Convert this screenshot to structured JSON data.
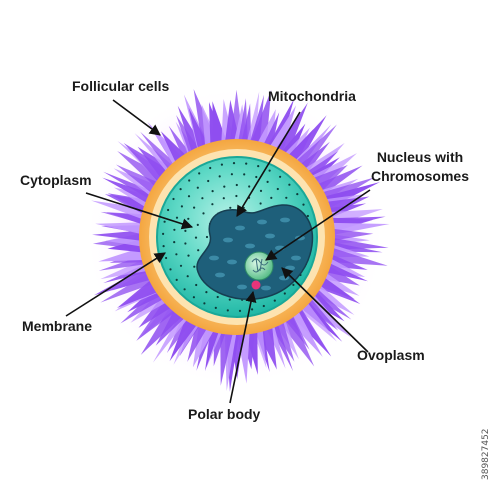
{
  "labels": {
    "follicular_cells": "Follicular cells",
    "mitochondria": "Mitochondria",
    "nucleus_line1": "Nucleus with",
    "nucleus_line2": "Chromosomes",
    "cytoplasm": "Cytoplasm",
    "membrane": "Membrane",
    "ovoplasm": "Ovoplasm",
    "polar_body": "Polar body"
  },
  "stock_id": "389827452",
  "colors": {
    "follicular": "#8f4ef0",
    "follicular_light": "#c49bff",
    "halo": "#f6d7ff",
    "zona": "#f8b75a",
    "zona_light": "#fde3b0",
    "cytoplasm_outer": "#26c7b5",
    "cytoplasm_inner": "#b8f2e8",
    "nucleus": "#1e5f7a",
    "nucleus_spots": "#3c8aa6",
    "nucleolus": "#7ad6a0",
    "polar_body": "#e8347a",
    "arrow": "#111111"
  }
}
